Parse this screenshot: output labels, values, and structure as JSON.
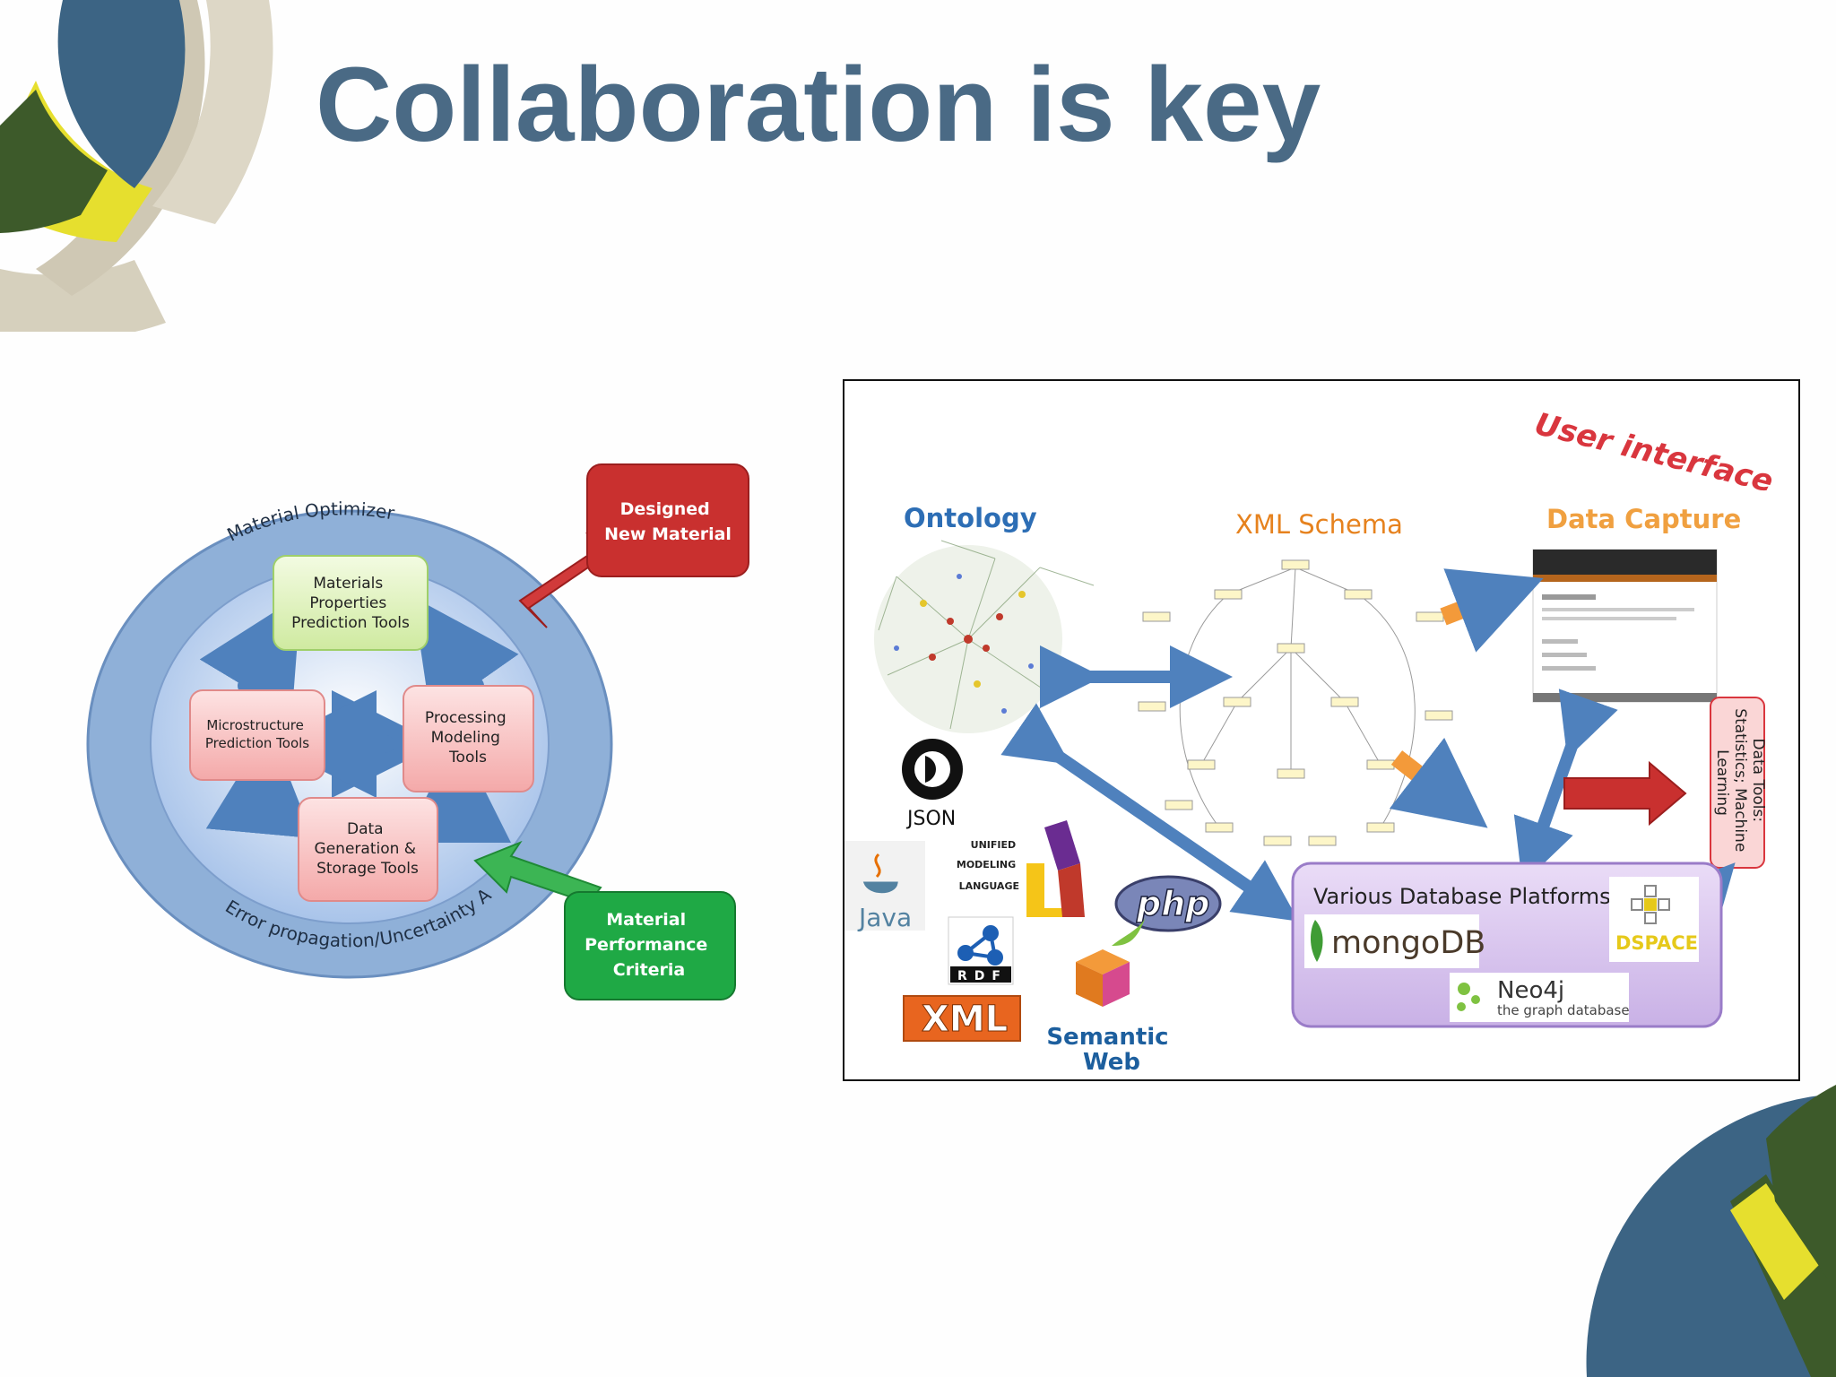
{
  "slide": {
    "title": "Collaboration is key"
  },
  "left_diagram": {
    "outer_top_label": "Material Optimizer",
    "outer_bottom_label": "Error propagation/Uncertainty Analysis",
    "boxes": [
      {
        "lines": [
          "Materials",
          "Properties",
          "Prediction Tools"
        ]
      },
      {
        "lines": [
          "Microstructure",
          "Prediction Tools"
        ]
      },
      {
        "lines": [
          "Processing",
          "Modeling",
          "Tools"
        ]
      },
      {
        "lines": [
          "Data",
          "Generation &",
          "Storage Tools"
        ]
      }
    ],
    "output_box": {
      "lines": [
        "Designed",
        "New Material"
      ]
    },
    "input_box": {
      "lines": [
        "Material",
        "Performance",
        "Criteria"
      ]
    }
  },
  "right_diagram": {
    "ontology": "Ontology",
    "xml_schema": "XML Schema",
    "user_interface": "User interface",
    "data_capture": "Data Capture",
    "data_tools_lines": [
      "Data Tools:",
      "Statistics; Machine",
      "Learning"
    ],
    "db_title": "Various Database Platforms",
    "mongodb": "mongoDB",
    "dspace": "DSPACE",
    "neo4j": "Neo4j",
    "neo4j_sub": "the graph database",
    "json": "JSON",
    "java": "Java",
    "uml_lines": [
      "UNIFIED",
      "MODELING",
      "LANGUAGE"
    ],
    "php": "php",
    "rdf": "RDF",
    "xml_logo": "XML",
    "semantic_lines": [
      "Semantic",
      "Web"
    ]
  },
  "colors": {
    "title": "#4a6a85",
    "arrow_blue": "#4f81bd",
    "arrow_orange": "#f39a3a",
    "ontology_blue": "#2d6eb5",
    "orange_text": "#e6821e",
    "red_text": "#d9363e"
  }
}
